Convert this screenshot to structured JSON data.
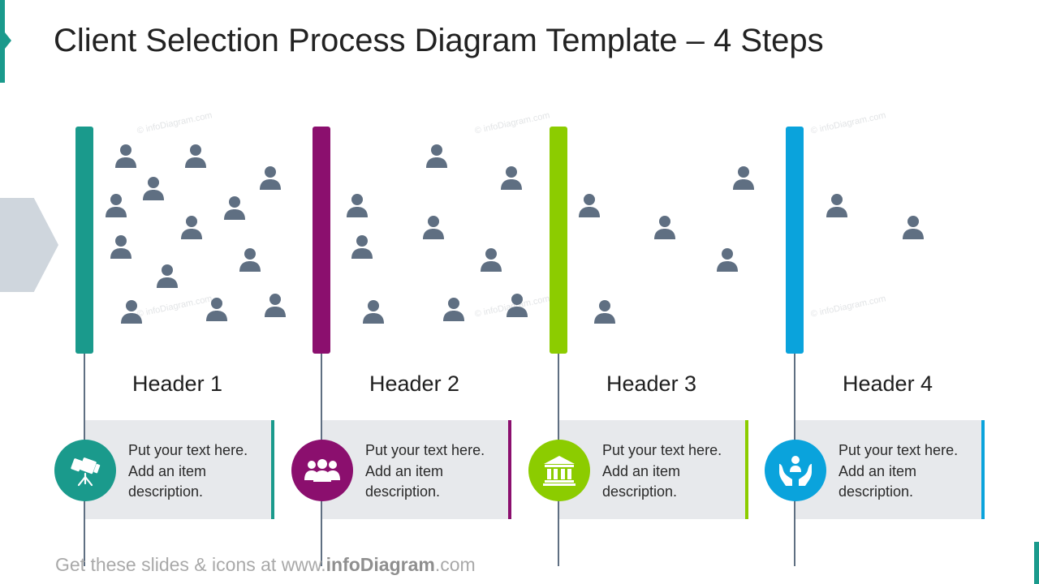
{
  "title": "Client Selection Process Diagram Template – 4 Steps",
  "footer": {
    "prefix": "Get these slides & icons at www.",
    "brand": "infoDiagram",
    "suffix": ".com"
  },
  "watermark": "© infoDiagram.com",
  "steps": [
    {
      "header": "Header 1",
      "color": "#1a9a8c",
      "icon": "telescope-icon",
      "desc": [
        "Put your text here.",
        "Add an item",
        "description."
      ]
    },
    {
      "header": "Header 2",
      "color": "#8b0f6e",
      "icon": "people-group-icon",
      "desc": [
        "Put your text here.",
        "Add an item",
        "description."
      ]
    },
    {
      "header": "Header 3",
      "color": "#8ccc00",
      "icon": "bank-building-icon",
      "desc": [
        "Put your text here.",
        "Add an item",
        "description."
      ]
    },
    {
      "header": "Header 4",
      "color": "#0aa3dc",
      "icon": "hands-person-icon",
      "desc": [
        "Put your text here.",
        "Add an item",
        "description."
      ]
    }
  ],
  "colors": {
    "person": "#5f6f82",
    "box": "#e7e9ec",
    "stem": "#5f6f82"
  }
}
